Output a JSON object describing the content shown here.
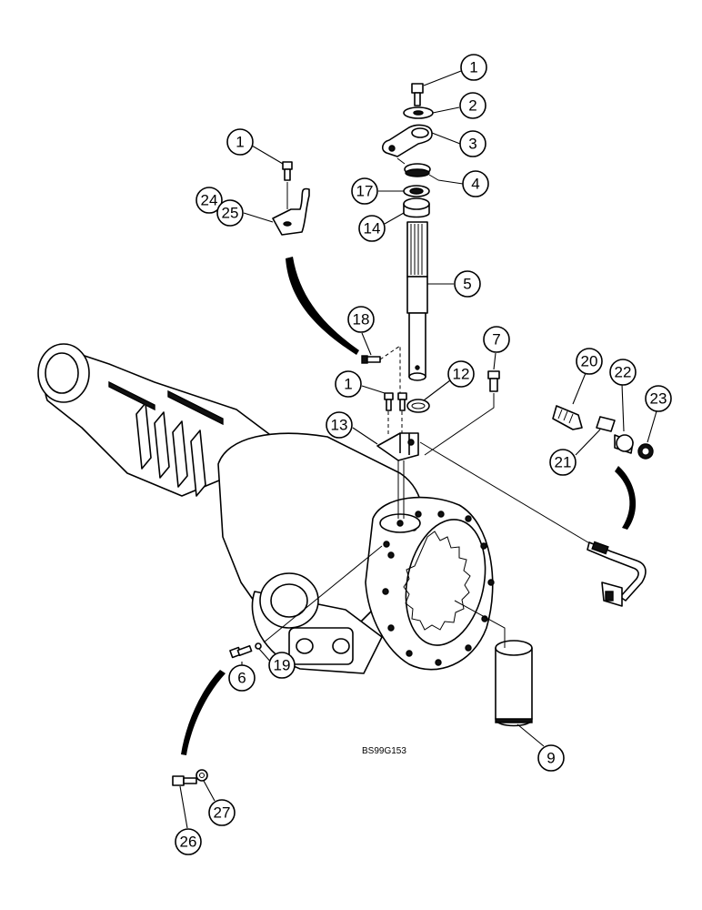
{
  "drawing_code": "BS99G153",
  "callouts": [
    {
      "id": "c1a",
      "label": "1"
    },
    {
      "id": "c2",
      "label": "2"
    },
    {
      "id": "c3",
      "label": "3"
    },
    {
      "id": "c4",
      "label": "4"
    },
    {
      "id": "c17",
      "label": "17"
    },
    {
      "id": "c14",
      "label": "14"
    },
    {
      "id": "c5",
      "label": "5"
    },
    {
      "id": "c1b",
      "label": "1"
    },
    {
      "id": "c24",
      "label": "24"
    },
    {
      "id": "c25",
      "label": "25"
    },
    {
      "id": "c18",
      "label": "18"
    },
    {
      "id": "c7",
      "label": "7"
    },
    {
      "id": "c1c",
      "label": "1"
    },
    {
      "id": "c12",
      "label": "12"
    },
    {
      "id": "c13",
      "label": "13"
    },
    {
      "id": "c20",
      "label": "20"
    },
    {
      "id": "c22",
      "label": "22"
    },
    {
      "id": "c23",
      "label": "23"
    },
    {
      "id": "c21",
      "label": "21"
    },
    {
      "id": "c6",
      "label": "6"
    },
    {
      "id": "c19",
      "label": "19"
    },
    {
      "id": "c9",
      "label": "9"
    },
    {
      "id": "c26",
      "label": "26"
    },
    {
      "id": "c27",
      "label": "27"
    }
  ]
}
